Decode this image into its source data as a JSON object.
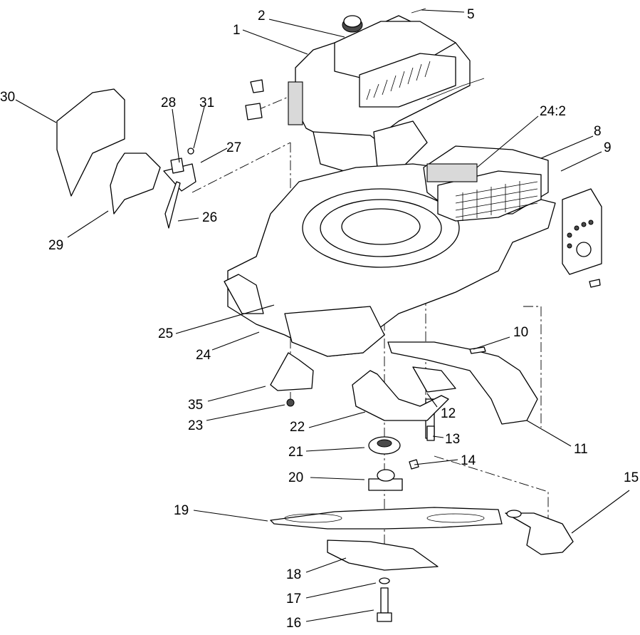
{
  "callouts": [
    {
      "id": "1",
      "label": "1"
    },
    {
      "id": "2",
      "label": "2"
    },
    {
      "id": "5",
      "label": "5"
    },
    {
      "id": "30",
      "label": "30"
    },
    {
      "id": "28",
      "label": "28"
    },
    {
      "id": "31",
      "label": "31"
    },
    {
      "id": "27",
      "label": "27"
    },
    {
      "id": "24_2",
      "label": "24:2"
    },
    {
      "id": "8",
      "label": "8"
    },
    {
      "id": "9",
      "label": "9"
    },
    {
      "id": "26",
      "label": "26"
    },
    {
      "id": "29",
      "label": "29"
    },
    {
      "id": "25",
      "label": "25"
    },
    {
      "id": "24",
      "label": "24"
    },
    {
      "id": "10",
      "label": "10"
    },
    {
      "id": "35",
      "label": "35"
    },
    {
      "id": "23",
      "label": "23"
    },
    {
      "id": "22",
      "label": "22"
    },
    {
      "id": "12",
      "label": "12"
    },
    {
      "id": "13",
      "label": "13"
    },
    {
      "id": "11",
      "label": "11"
    },
    {
      "id": "21",
      "label": "21"
    },
    {
      "id": "14",
      "label": "14"
    },
    {
      "id": "20",
      "label": "20"
    },
    {
      "id": "15",
      "label": "15"
    },
    {
      "id": "19",
      "label": "19"
    },
    {
      "id": "18",
      "label": "18"
    },
    {
      "id": "17",
      "label": "17"
    },
    {
      "id": "16",
      "label": "16"
    }
  ]
}
